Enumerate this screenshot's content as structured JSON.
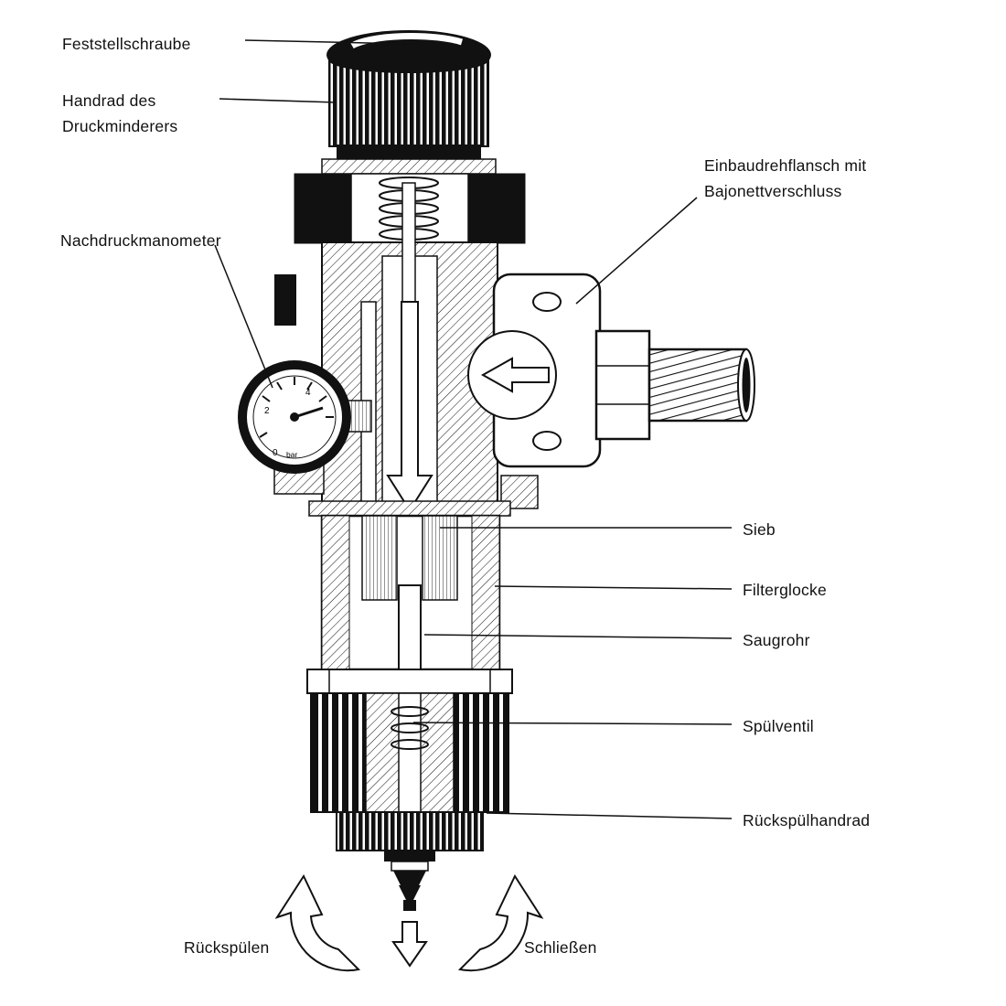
{
  "figure": {
    "background": "#ffffff",
    "ink": "#111111",
    "cap_mark": "x"
  },
  "labels": {
    "feststellschraube": "Feststellschraube",
    "handrad": "Handrad des\nDruckminderers",
    "nachdruckmanometer": "Nachdruckmanometer",
    "einbaudrehflansch": "Einbaudrehflansch mit\nBajonettverschluss",
    "sieb": "Sieb",
    "filterglocke": "Filterglocke",
    "saugrohr": "Saugrohr",
    "spuelventil": "Spülventil",
    "rueckspuelhandrad": "Rückspülhandrad",
    "rueckspuelen": "Rückspülen",
    "schliessen": "Schließen"
  },
  "gauge": {
    "unit": "bar",
    "ticks": [
      "4",
      "2",
      "0"
    ]
  }
}
